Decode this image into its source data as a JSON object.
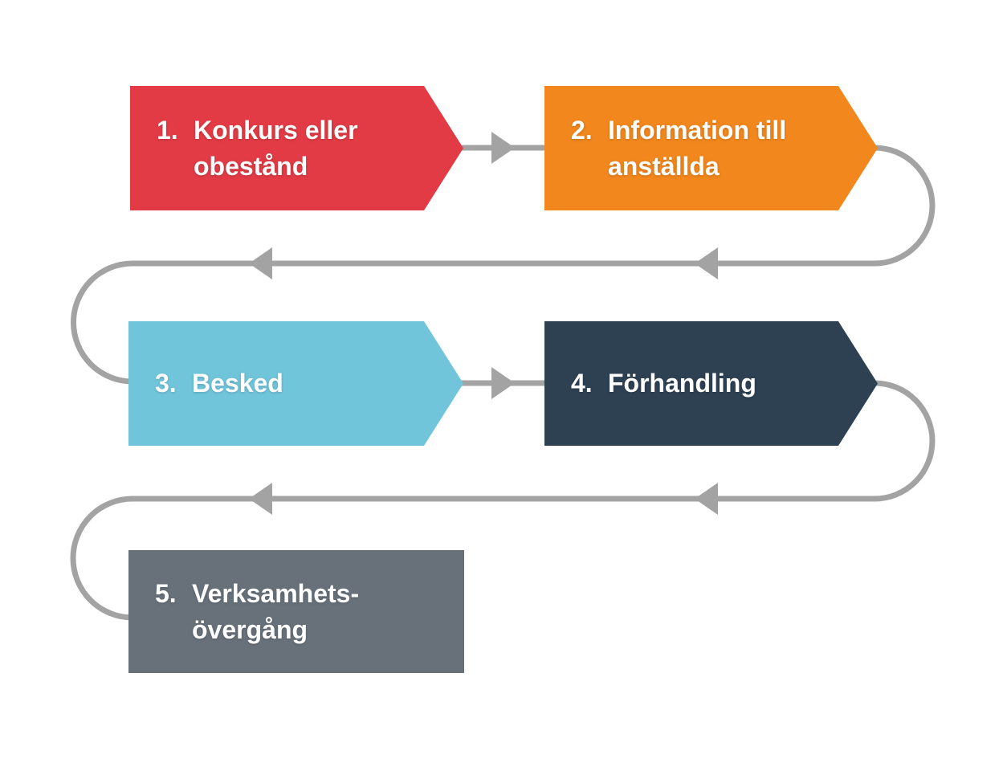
{
  "diagram": {
    "title": "",
    "background_color": "#ffffff",
    "connector_color": "#a3a3a3",
    "text_color": "#ffffff",
    "steps": [
      {
        "number": "1.",
        "label": "Konkurs eller\nobestånd",
        "color": "#e23b45",
        "shape": "chevron-arrow-right"
      },
      {
        "number": "2.",
        "label": "Information till\nanställda",
        "color": "#f1871d",
        "shape": "chevron-arrow-right"
      },
      {
        "number": "3.",
        "label": "Besked",
        "color": "#70c5db",
        "shape": "chevron-arrow-right"
      },
      {
        "number": "4.",
        "label": "Förhandling",
        "color": "#2e4153",
        "shape": "chevron-arrow-right"
      },
      {
        "number": "5.",
        "label": "Verksamhets-\növergång",
        "color": "#68717a",
        "shape": "rectangle"
      }
    ],
    "flow": "1 → 2 → 3 → 4 → 5 (serpentine left-to-right, wrapping rows)"
  }
}
